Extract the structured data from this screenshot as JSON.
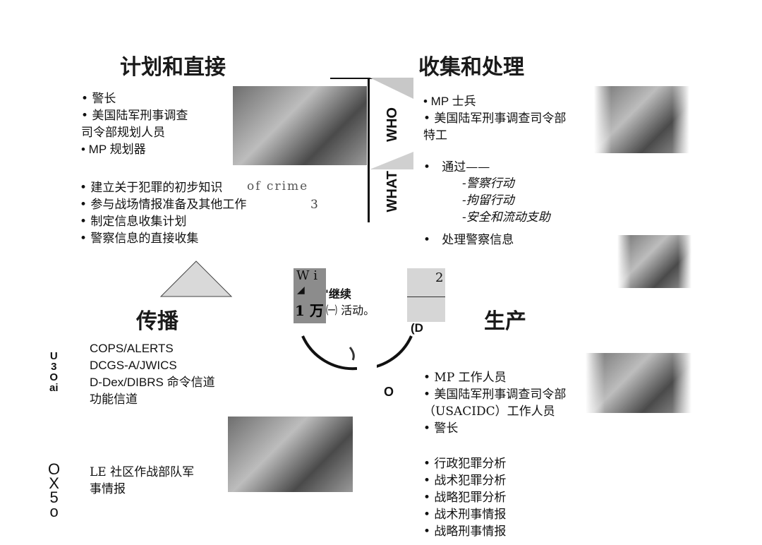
{
  "quadrants": {
    "plan": {
      "title": "计划和直接",
      "who": [
        "• 警长",
        "• 美国陆军刑事调查",
        "司令部规划人员",
        "• MP 规划器"
      ],
      "what": [
        "• 建立关于犯罪的初步知识",
        "• 参与战场情报准备及其他工作",
        "• 制定信息收集计划",
        "• 警察信息的直接收集"
      ],
      "ghost1": "of crime",
      "ghost2": "3"
    },
    "collect": {
      "title": "收集和处理",
      "who": [
        "• MP 士兵",
        "• 美国陆军刑事调查司令部",
        "特工"
      ],
      "via": "•   通过——",
      "via_items": [
        "-警察行动",
        "-拘留行动",
        "-安全和流动支助"
      ],
      "process": "•   处理警察信息"
    },
    "disseminate": {
      "title": "传播",
      "systems": [
        "COPS/ALERTS",
        "DCGS-A/JWICS",
        "D-Dex/DIBRS 命令信道",
        "功能信道"
      ],
      "le": [
        "LE 社区作战部队军",
        "事情报"
      ],
      "code1": [
        "U",
        "3",
        "O",
        "ai"
      ],
      "code2": [
        "O",
        "X",
        "5",
        "o"
      ]
    },
    "produce": {
      "title": "生产",
      "who": [
        "• MP 工作人员",
        "• 美国陆军刑事调查司令部",
        "（USACIDC）工作人员",
        "• 警长"
      ],
      "analysis": [
        "• 行政犯罪分析",
        "• 战术犯罪分析",
        "• 战略犯罪分析",
        "• 战术刑事情报",
        "• 战略刑事情报"
      ]
    }
  },
  "axis": {
    "who": "WHO",
    "what": "WHAT"
  },
  "center": {
    "box_left": [
      "W i",
      "1 万"
    ],
    "box_left_mid": "◢",
    "text_line1": "'继续",
    "text_line2": "㈠ 活动。",
    "box_right": "2",
    "d_label": "(D",
    "o_label": "O"
  }
}
